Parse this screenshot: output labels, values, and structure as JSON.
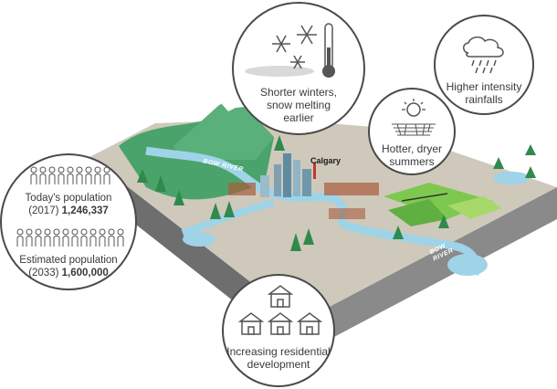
{
  "bubbles": {
    "winter": {
      "line1": "Shorter winters,",
      "line2": "snow melting",
      "line3": "earlier"
    },
    "rain": {
      "line1": "Higher intensity",
      "line2": "rainfalls"
    },
    "hot": {
      "line1": "Hotter, dryer",
      "line2": "summers"
    },
    "population": {
      "today_label": "Today's population",
      "today_year": "(2017)",
      "today_value": "1,246,337",
      "est_label": "Estimated population",
      "est_year": "(2033)",
      "est_value": "1,600,000"
    },
    "residential": {
      "line1": "Increasing residential",
      "line2": "development"
    }
  },
  "map": {
    "city_label": "Calgary",
    "river_label_1": "BOW RIVER",
    "river_label_2_line1": "BOW",
    "river_label_2_line2": "RIVER"
  },
  "icons": {
    "winter": [
      "snowflake-icon",
      "thermometer-icon"
    ],
    "rain": "rain-cloud-icon",
    "hot": "sun-dry-ground-icon",
    "population": "people-icon",
    "residential": "house-icon"
  },
  "colors": {
    "terrain": "#c8c2b4",
    "terrain_side": "#7a7a7a",
    "river": "#a8d8ea",
    "forest": "#3a9b5c",
    "mountain": "#5db07e",
    "field": "#7ec850",
    "outline": "#4a4a4a"
  }
}
